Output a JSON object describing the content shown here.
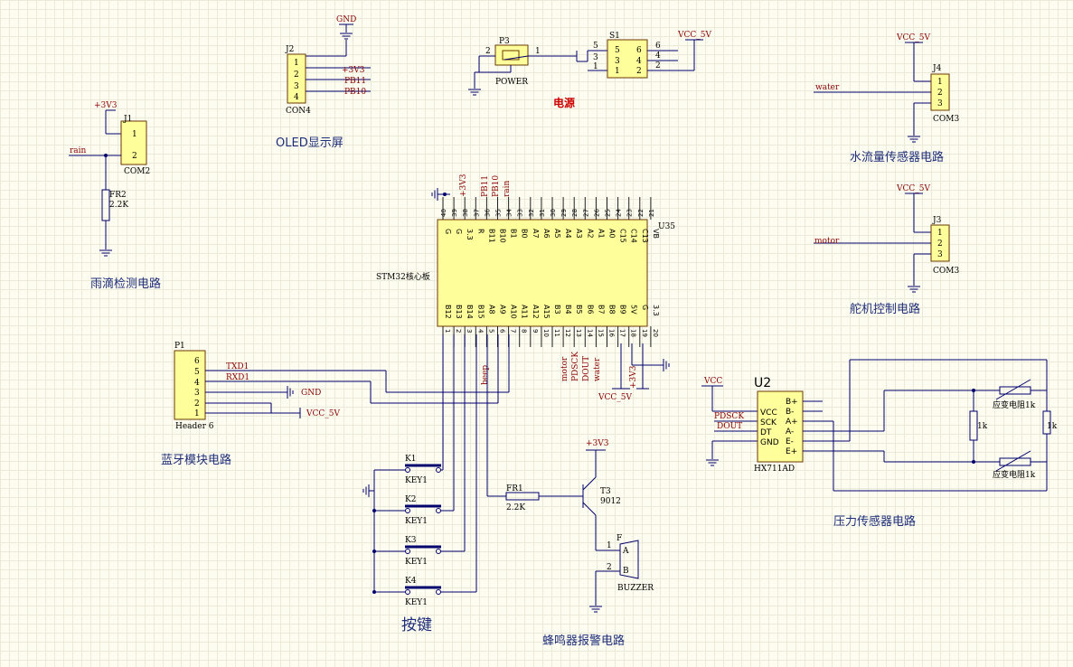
{
  "labels": {
    "power": "电源",
    "oled": "OLED显示屏",
    "water_flow": "水流量传感器电路",
    "rain": "雨滴检测电路",
    "servo": "舵机控制电路",
    "bluetooth": "蓝牙模块电路",
    "keys": "按键",
    "buzzer_circuit": "蜂鸣器报警电路",
    "pressure": "压力传感器电路"
  },
  "nets": {
    "gnd": "GND",
    "v33": "+3V3",
    "vcc5": "VCC_5V",
    "vcc": "VCC",
    "pb11": "PB11",
    "pb10": "PB10",
    "rain": "rain",
    "water": "water",
    "motor": "motor",
    "txd1": "TXD1",
    "rxd1": "RXD1",
    "beep": "beep",
    "pdsck": "PDSCK",
    "dout": "DOUT"
  },
  "components": {
    "j1": {
      "ref": "J1",
      "type": "COM2",
      "pins": [
        "1",
        "2"
      ]
    },
    "fr2": {
      "ref": "FR2",
      "value": "2.2K"
    },
    "j2": {
      "ref": "J2",
      "type": "CON4",
      "pins": [
        "1",
        "2",
        "3",
        "4"
      ]
    },
    "p3": {
      "ref": "P3",
      "type": "POWER",
      "pins": [
        "2",
        "1"
      ]
    },
    "s1": {
      "ref": "S1",
      "pins": [
        "5",
        "3",
        "1",
        "6",
        "4",
        "2"
      ]
    },
    "j4": {
      "ref": "J4",
      "type": "COM3",
      "pins": [
        "1",
        "2",
        "3"
      ]
    },
    "j3": {
      "ref": "J3",
      "type": "COM3",
      "pins": [
        "1",
        "2",
        "3"
      ]
    },
    "u35": {
      "ref": "U35",
      "type": "STM32核心板",
      "top_nums": [
        "40",
        "39",
        "38",
        "37",
        "36",
        "35",
        "34",
        "33",
        "32",
        "31",
        "30",
        "29",
        "28",
        "27",
        "26",
        "25",
        "24",
        "23",
        "22",
        "21"
      ],
      "top_names": [
        "G",
        "G",
        "3.3",
        "R",
        "B11",
        "B10",
        "B1",
        "B0",
        "A7",
        "A6",
        "A5",
        "A4",
        "A3",
        "A2",
        "A1",
        "A0",
        "C15",
        "C14",
        "C13",
        "VB"
      ],
      "bot_names": [
        "B12",
        "B13",
        "B14",
        "B15",
        "A8",
        "A9",
        "A10",
        "A11",
        "A12",
        "A15",
        "B3",
        "B4",
        "B5",
        "B6",
        "B7",
        "B8",
        "B9",
        "5V",
        "G",
        "3.3"
      ],
      "bot_nums": [
        "1",
        "2",
        "3",
        "4",
        "5",
        "6",
        "7",
        "8",
        "9",
        "10",
        "11",
        "12",
        "13",
        "14",
        "15",
        "16",
        "17",
        "18",
        "19",
        "20"
      ]
    },
    "p1": {
      "ref": "P1",
      "type": "Header 6",
      "pins": [
        "6",
        "5",
        "4",
        "3",
        "2",
        "1"
      ]
    },
    "keys": [
      {
        "ref": "K1",
        "type": "KEY1"
      },
      {
        "ref": "K2",
        "type": "KEY1"
      },
      {
        "ref": "K3",
        "type": "KEY1"
      },
      {
        "ref": "K4",
        "type": "KEY1"
      }
    ],
    "fr1": {
      "ref": "FR1",
      "value": "2.2K"
    },
    "t3": {
      "ref": "T3",
      "value": "9012"
    },
    "buzzer": {
      "ref": "F",
      "type": "BUZZER",
      "pins": [
        "1",
        "2"
      ],
      "pin_letters": [
        "A",
        "B"
      ]
    },
    "u2": {
      "ref": "U2",
      "type": "HX711AD",
      "left_pins": [
        "VCC",
        "SCK",
        "DT",
        "GND"
      ],
      "right_pins": [
        "B+",
        "B-",
        "A+",
        "A-",
        "E-",
        "E+"
      ]
    },
    "bridge": {
      "strain_top": "应变电阻1k",
      "strain_bottom": "应变电阻1k",
      "r_left": "1k",
      "r_right": "1k"
    }
  },
  "colors": {
    "wire": "#00006e",
    "component_fill": "#fefe9b",
    "component_outline": "#6b3800",
    "section_label": "#1e2e7a",
    "power_label": "#cc0000",
    "background": "#fdfcf0"
  }
}
